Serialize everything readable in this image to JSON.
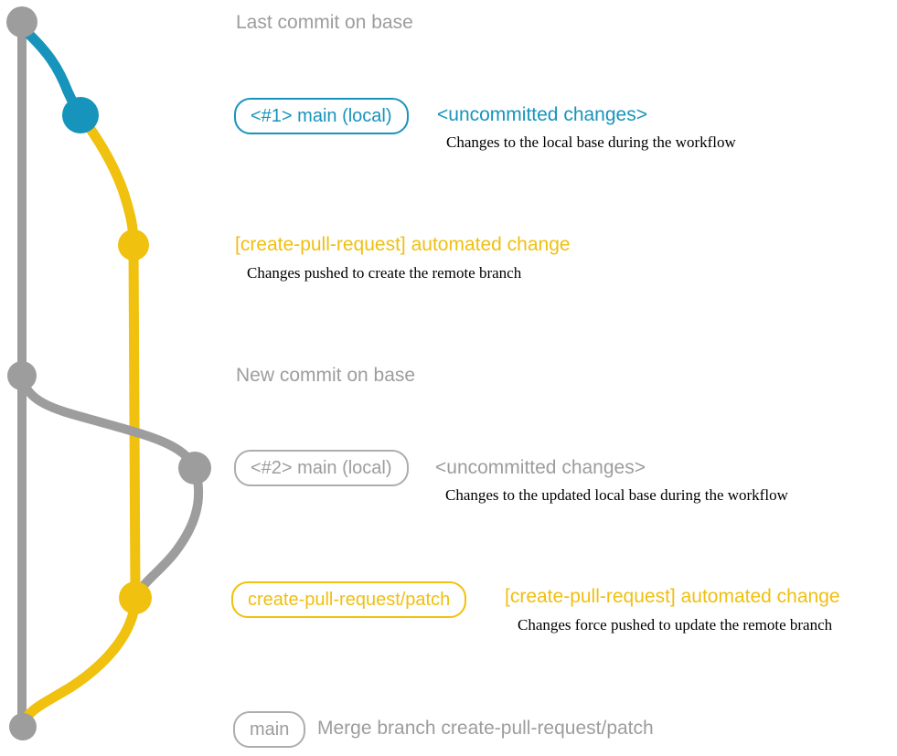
{
  "colors": {
    "gray": "#9d9d9d",
    "gray_badge_border": "#adadad",
    "blue": "#1794bc",
    "yellow": "#f0c10e",
    "yellow_text": "#f0bf10",
    "note_text": "#000000",
    "background": "#ffffff"
  },
  "diagram": {
    "last_commit": {
      "label": "Last commit on base"
    },
    "local_1": {
      "badge": "<#1> main (local)",
      "status": "<uncommitted changes>",
      "note": "Changes to the local base during the workflow"
    },
    "push_1": {
      "message": "[create-pull-request] automated change",
      "note": "Changes pushed to create the remote branch"
    },
    "new_commit": {
      "label": "New commit on base"
    },
    "local_2": {
      "badge": "<#2> main (local)",
      "status": "<uncommitted changes>",
      "note": "Changes to the updated local base during the workflow"
    },
    "push_2": {
      "badge": "create-pull-request/patch",
      "message": "[create-pull-request] automated change",
      "note": "Changes force pushed to update the remote branch"
    },
    "merge": {
      "badge": "main",
      "message": "Merge branch create-pull-request/patch"
    }
  }
}
